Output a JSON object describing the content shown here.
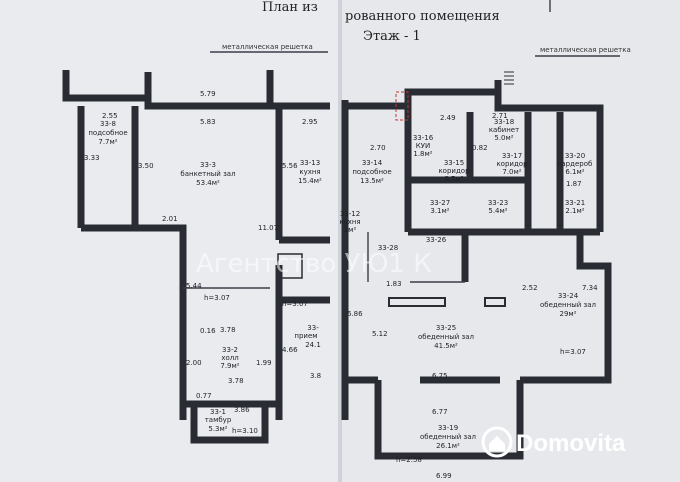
{
  "header": {
    "title_left": "План из",
    "title_right": "рованного помещения",
    "floor": "Этаж - 1"
  },
  "notes": {
    "grille_left": "металлическая решетка",
    "grille_right": "металлическая решетка"
  },
  "rooms": {
    "r338": {
      "num": "33-8",
      "name": "подсобное",
      "area": "7.7м²"
    },
    "r333": {
      "num": "33-3",
      "name": "банкетный зал",
      "area": "53.4м²"
    },
    "r3313": {
      "num": "33-13",
      "name": "кухня",
      "area": "15.4м²"
    },
    "r3314": {
      "num": "33-14",
      "name": "подсобное",
      "area": "13.5м²"
    },
    "r3316": {
      "num": "33-16",
      "name": "КУИ",
      "area": "1.8м²"
    },
    "r3315": {
      "num": "33-15",
      "name": "коридор",
      "area": "8.5м²"
    },
    "r3318": {
      "num": "33-18",
      "name": "кабинет",
      "area": "5.0м²"
    },
    "r3317": {
      "num": "33-17",
      "name": "коридор",
      "area": "7.0м²"
    },
    "r3320": {
      "num": "33-20",
      "name": "гардероб",
      "area": "6.1м²"
    },
    "r3327": {
      "num": "33-27",
      "area": "3.1м²"
    },
    "r3323": {
      "num": "33-23",
      "area": "5.4м²"
    },
    "r3321": {
      "num": "33-21",
      "area": "2.1м²"
    },
    "r3312": {
      "num": "33-12",
      "name": "кухня",
      "area": "1м²"
    },
    "r3326": {
      "num": "33-26"
    },
    "r3328": {
      "num": "33-28"
    },
    "r3324": {
      "num": "33-24",
      "name": "обеденный зал",
      "area": "29м²"
    },
    "r3325": {
      "num": "33-25",
      "name": "обеденный зал",
      "area": "41.5м²"
    },
    "r332": {
      "num": "33-2",
      "name": "холл",
      "area": "7.9м²"
    },
    "r331": {
      "num": "33-1",
      "name": "тамбур",
      "area": "5.3м²"
    },
    "r33p": {
      "num": "33-",
      "name": "прием",
      "area": "24.1"
    },
    "r3319": {
      "num": "33-19",
      "name": "обеденный зал",
      "area": "26.1м²"
    }
  },
  "dims": {
    "d579": "5.79",
    "d583": "5.83",
    "d255": "2.55",
    "d333": "3.33",
    "d350": "3.50",
    "d295": "2.95",
    "d556": "5.56",
    "d270": "2.70",
    "d249": "2.49",
    "d271": "2.71",
    "d201": "2.01",
    "d1107": "11.07",
    "d307a": "h=3.07",
    "d378a": "3.78",
    "d378b": "3.78",
    "d016": "0.16",
    "d200": "2.00",
    "d199": "1.99",
    "d077": "0.77",
    "d386": "3.86",
    "d310": "h=3.10",
    "d307b": "h=3.07",
    "d466": "4.66",
    "d38": "3.8",
    "d544": "5.44",
    "d686": "6.86",
    "d512": "5.12",
    "d675": "6.75",
    "d677": "6.77",
    "d252": "2.52",
    "d734": "7.34",
    "d307c": "h=3.07",
    "d258": "h=2.58",
    "d699": "6.99",
    "d183": "1.83",
    "d187": "1.87",
    "d082": "0.82"
  },
  "watermark": {
    "text": "Агентство УЮ1 К"
  },
  "brand": {
    "name": "Domovita"
  }
}
